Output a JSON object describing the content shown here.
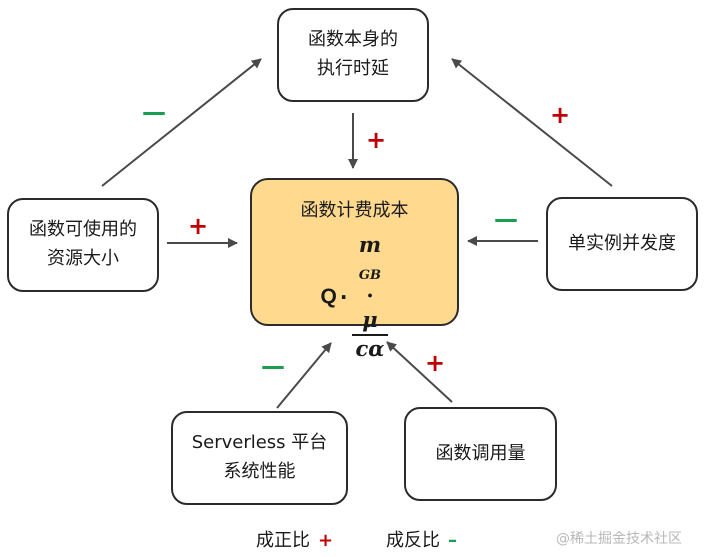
{
  "nodes": {
    "top": {
      "lines": [
        "函数本身的",
        "执行时延"
      ]
    },
    "left": {
      "lines": [
        "函数可使用的",
        "资源大小"
      ]
    },
    "right": {
      "lines": [
        "单实例并发度"
      ]
    },
    "bottom_left": {
      "lines": [
        "Serverless 平台",
        "系统性能"
      ]
    },
    "bottom_right": {
      "lines": [
        "函数调用量"
      ]
    },
    "center": {
      "title": "函数计费成本",
      "formula": {
        "q": "Q",
        "dot": "·",
        "m": "m",
        "sub": "GB",
        "mid": "·",
        "mu": "μ",
        "den": "cα"
      }
    }
  },
  "signs": {
    "top_to_center": "+",
    "left_to_top": "—",
    "left_to_center": "+",
    "right_to_top": "+",
    "right_to_center": "—",
    "bottom_left": "—",
    "bottom_right": "+"
  },
  "legend": {
    "positive_label": "成正比",
    "positive_sign": "+",
    "negative_label": "成反比",
    "negative_sign": "–"
  },
  "watermark": "@稀土掘金技术社区",
  "colors": {
    "plus": "#c00000",
    "minus": "#1a9e52",
    "center_fill": "#ffd98e",
    "arrow": "#4a4a4a"
  }
}
